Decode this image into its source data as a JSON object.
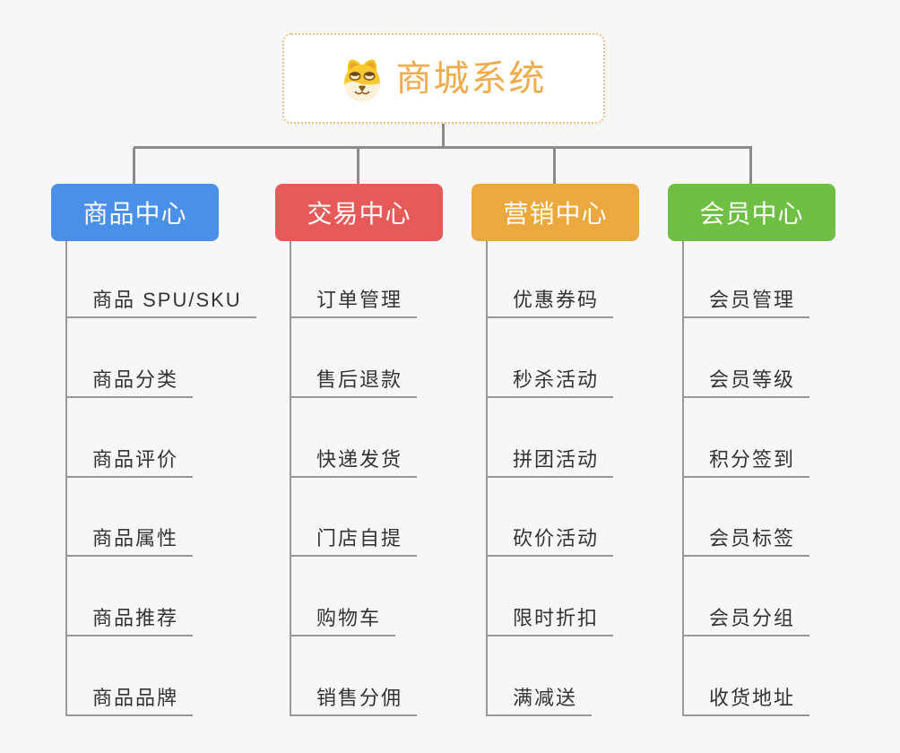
{
  "root": {
    "title": "商城系统",
    "icon": "dog-face-icon"
  },
  "branches": [
    {
      "label": "商品中心",
      "color": "#4a8fe8",
      "children": [
        "商品 SPU/SKU",
        "商品分类",
        "商品评价",
        "商品属性",
        "商品推荐",
        "商品品牌"
      ]
    },
    {
      "label": "交易中心",
      "color": "#e65a5a",
      "children": [
        "订单管理",
        "售后退款",
        "快递发货",
        "门店自提",
        "购物车",
        "销售分佣"
      ]
    },
    {
      "label": "营销中心",
      "color": "#eba83e",
      "children": [
        "优惠券码",
        "秒杀活动",
        "拼团活动",
        "砍价活动",
        "限时折扣",
        "满减送"
      ]
    },
    {
      "label": "会员中心",
      "color": "#6fbf44",
      "children": [
        "会员管理",
        "会员等级",
        "积分签到",
        "会员标签",
        "会员分组",
        "收货地址"
      ]
    }
  ],
  "colors": {
    "background": "#f7f7f7",
    "connector": "#8c8c8c",
    "branch_line": "#999999",
    "item_text": "#333333",
    "node_text": "#ffffff",
    "root_border": "#f3c182",
    "root_title": "#f0ac4c"
  }
}
